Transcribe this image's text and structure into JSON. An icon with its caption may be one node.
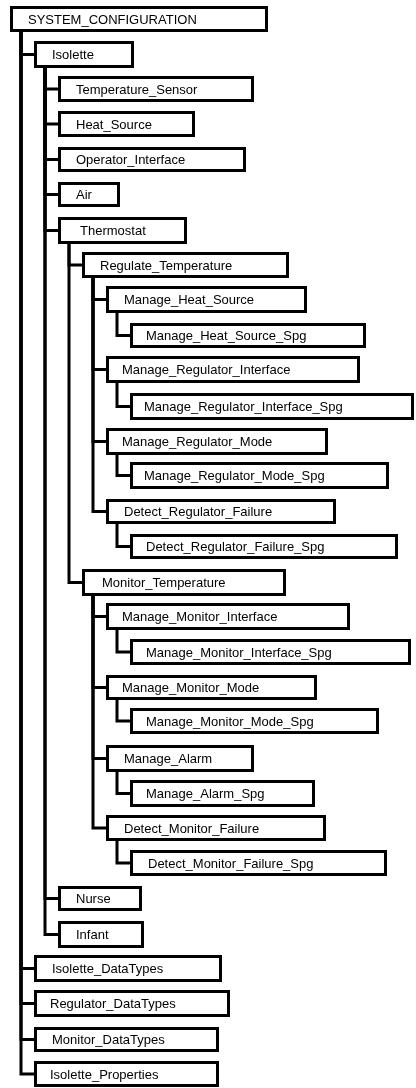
{
  "diagram": {
    "nodes": [
      {
        "text": [
          "SYSTEM_CONFIGURATION"
        ]
      },
      {
        "text": [
          "Isolette"
        ]
      },
      {
        "text": [
          "Temperature_Sensor"
        ]
      },
      {
        "text": [
          "Heat_Source"
        ]
      },
      {
        "text": [
          "Operator_Interface"
        ]
      },
      {
        "text": [
          "Air"
        ]
      },
      {
        "text": [
          "Thermostat"
        ]
      },
      {
        "text": [
          "Regulate_Temperature"
        ]
      },
      {
        "text": [
          "Manage_Heat_Source"
        ]
      },
      {
        "text": [
          "Manage_Heat_Source_Spg"
        ]
      },
      {
        "text": [
          "Manage_Regulator_Interface"
        ]
      },
      {
        "text": [
          "Manage_Regulator_Interface_Spg"
        ]
      },
      {
        "text": [
          "Manage_Regulator_Mode"
        ]
      },
      {
        "text": [
          "Manage_Regulator_Mode_Spg"
        ]
      },
      {
        "text": [
          "Detect_Regulator_Failure"
        ]
      },
      {
        "text": [
          "Detect_Regulator_Failure_Spg"
        ]
      },
      {
        "text": [
          "Monitor_Temperature"
        ]
      },
      {
        "text": [
          "Manage_Monitor_Interface"
        ]
      },
      {
        "text": [
          "Manage_Monitor_Interface_Spg"
        ]
      },
      {
        "text": [
          "Manage_Monitor_Mode"
        ]
      },
      {
        "text": [
          "Manage_Monitor_Mode_Spg"
        ]
      },
      {
        "text": [
          "Manage_Alarm"
        ]
      },
      {
        "text": [
          "Manage_Alarm_Spg"
        ]
      },
      {
        "text": [
          "Detect_Monitor_Failure"
        ]
      },
      {
        "text": [
          "Detect_Monitor_Failure_Spg"
        ]
      },
      {
        "text": [
          "Nurse"
        ]
      },
      {
        "text": [
          "Infant"
        ]
      },
      {
        "text": [
          "Isolette_DataTypes"
        ]
      },
      {
        "text": [
          "Regulator_DataTypes"
        ]
      },
      {
        "text": [
          "Monitor_DataTypes"
        ]
      },
      {
        "text": [
          "Isolette_Properties"
        ]
      }
    ],
    "edges": [
      {
        "from": 0,
        "to": 1,
        "arrow": "none"
      },
      {
        "from": 1,
        "to": 2,
        "arrow": "none"
      },
      {
        "from": 1,
        "to": 3,
        "arrow": "none"
      },
      {
        "from": 1,
        "to": 4,
        "arrow": "none"
      },
      {
        "from": 1,
        "to": 5,
        "arrow": "none"
      },
      {
        "from": 1,
        "to": 6,
        "arrow": "none"
      },
      {
        "from": 6,
        "to": 7,
        "arrow": "none"
      },
      {
        "from": 7,
        "to": 8,
        "arrow": "none"
      },
      {
        "from": 8,
        "to": 9,
        "arrow": "none"
      },
      {
        "from": 7,
        "to": 10,
        "arrow": "none"
      },
      {
        "from": 10,
        "to": 11,
        "arrow": "none"
      },
      {
        "from": 7,
        "to": 12,
        "arrow": "none"
      },
      {
        "from": 12,
        "to": 13,
        "arrow": "none"
      },
      {
        "from": 7,
        "to": 14,
        "arrow": "none"
      },
      {
        "from": 14,
        "to": 15,
        "arrow": "none"
      },
      {
        "from": 6,
        "to": 16,
        "arrow": "none"
      },
      {
        "from": 16,
        "to": 17,
        "arrow": "none"
      },
      {
        "from": 17,
        "to": 18,
        "arrow": "none"
      },
      {
        "from": 16,
        "to": 19,
        "arrow": "none"
      },
      {
        "from": 19,
        "to": 20,
        "arrow": "none"
      },
      {
        "from": 16,
        "to": 21,
        "arrow": "none"
      },
      {
        "from": 21,
        "to": 22,
        "arrow": "none"
      },
      {
        "from": 16,
        "to": 23,
        "arrow": "none"
      },
      {
        "from": 23,
        "to": 24,
        "arrow": "none"
      },
      {
        "from": 1,
        "to": 25,
        "arrow": "none"
      },
      {
        "from": 1,
        "to": 26,
        "arrow": "none"
      },
      {
        "from": 0,
        "to": 27,
        "arrow": "none"
      },
      {
        "from": 0,
        "to": 28,
        "arrow": "none"
      },
      {
        "from": 0,
        "to": 29,
        "arrow": "none"
      },
      {
        "from": 0,
        "to": 30,
        "arrow": "none"
      }
    ]
  }
}
